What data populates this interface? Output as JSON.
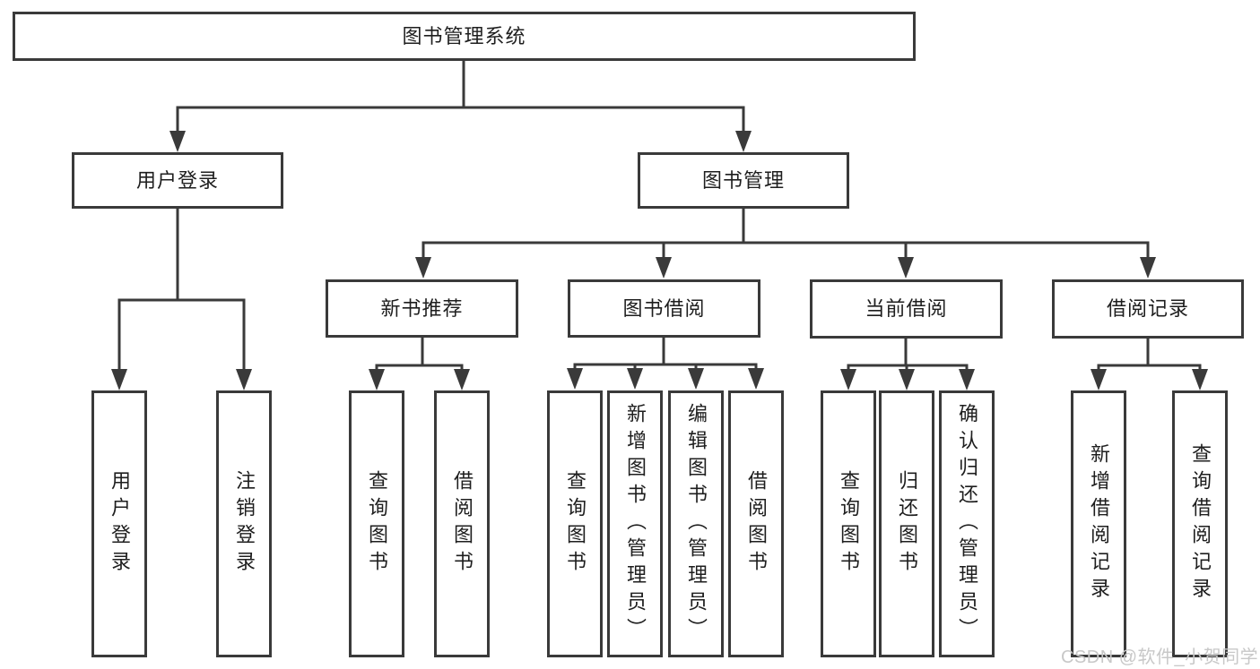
{
  "tree": {
    "label": "图书管理系统",
    "children": [
      {
        "label": "用户登录",
        "children": [
          {
            "label": "用户登录"
          },
          {
            "label": "注销登录"
          }
        ]
      },
      {
        "label": "图书管理",
        "children": [
          {
            "label": "新书推荐",
            "children": [
              {
                "label": "查询图书"
              },
              {
                "label": "借阅图书"
              }
            ]
          },
          {
            "label": "图书借阅",
            "children": [
              {
                "label": "查询图书"
              },
              {
                "label": "新增图书（管理员）"
              },
              {
                "label": "编辑图书（管理员）"
              },
              {
                "label": "借阅图书"
              }
            ]
          },
          {
            "label": "当前借阅",
            "children": [
              {
                "label": "查询图书"
              },
              {
                "label": "归还图书"
              },
              {
                "label": "确认归还（管理员）"
              }
            ]
          },
          {
            "label": "借阅记录",
            "children": [
              {
                "label": "新增借阅记录"
              },
              {
                "label": "查询借阅记录"
              }
            ]
          }
        ]
      }
    ]
  },
  "watermark": {
    "text": "CSDN @软件_小贺同学"
  },
  "colors": {
    "line": "#3a3a3a",
    "text": "#1e1e1e",
    "watermark": "#c8c8c8",
    "bg": "#ffffff"
  }
}
